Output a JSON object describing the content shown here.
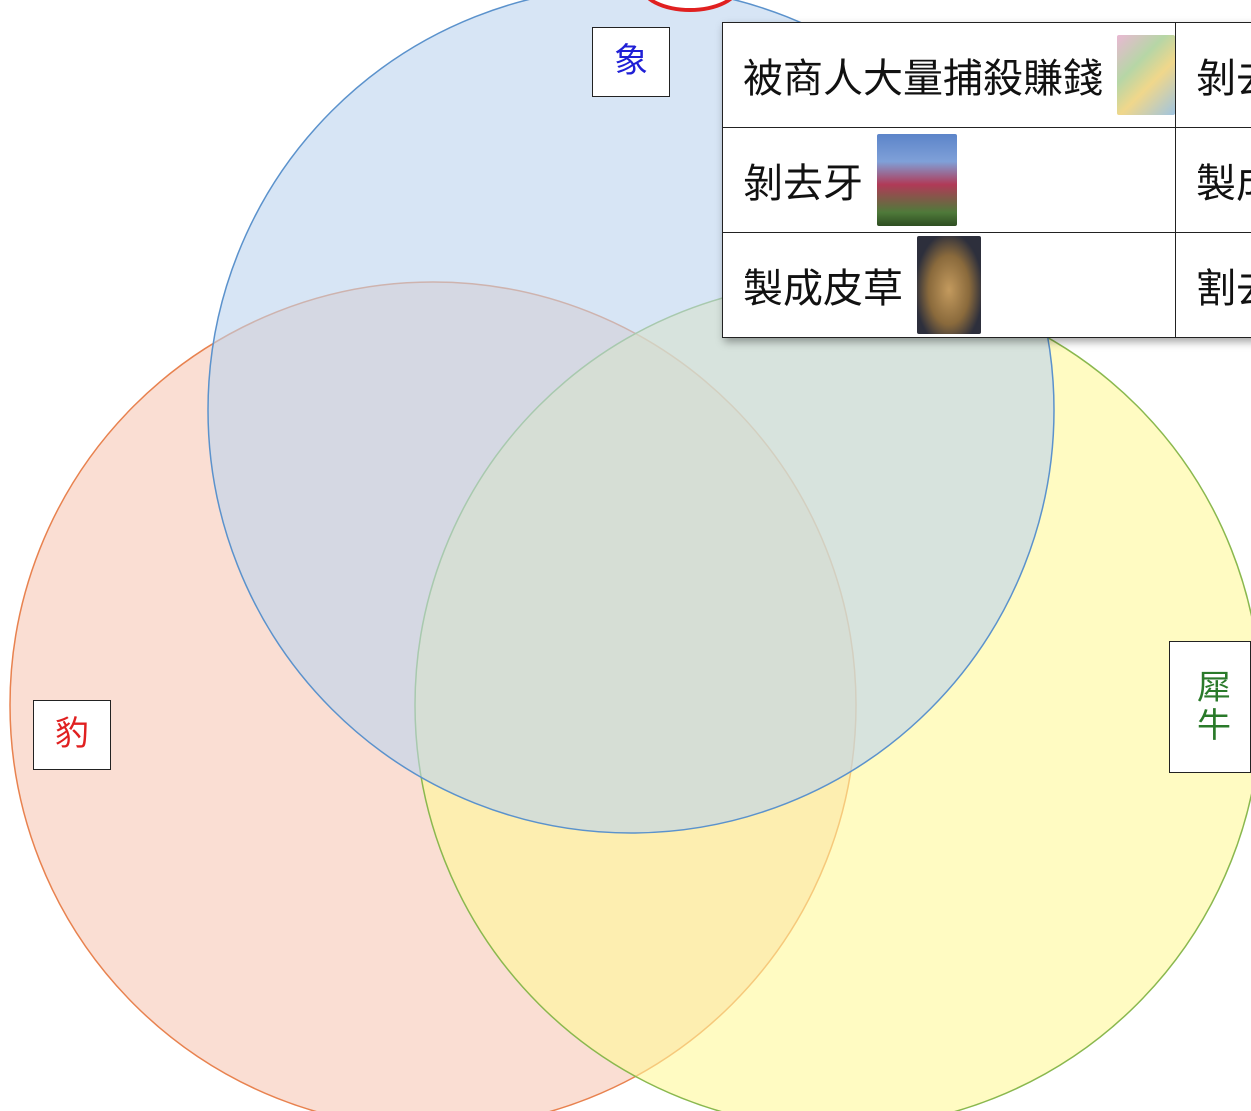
{
  "venn": {
    "sets": [
      {
        "key": "elephant",
        "label": "象",
        "label_color": "#1f1fd6",
        "fill": "#bdd4ee",
        "stroke": "#5b92cc"
      },
      {
        "key": "leopard",
        "label": "豹",
        "label_color": "#e02020",
        "fill": "#f6c8b6",
        "stroke": "#e8824f"
      },
      {
        "key": "rhino",
        "label": "犀牛",
        "label_color": "#2a7a2a",
        "fill": "#fff89a",
        "stroke": "#8ab84e"
      }
    ]
  },
  "card": {
    "rows": [
      [
        {
          "text": "被商人大量捕殺賺錢",
          "icon": "money-bills-image"
        },
        {
          "text": "剝去"
        }
      ],
      [
        {
          "text": "剝去牙",
          "icon": "elephant-tusks-image"
        },
        {
          "text": "製成"
        }
      ],
      [
        {
          "text": "製成皮草",
          "icon": "fur-coat-model-image"
        },
        {
          "text": "割去"
        }
      ]
    ]
  }
}
